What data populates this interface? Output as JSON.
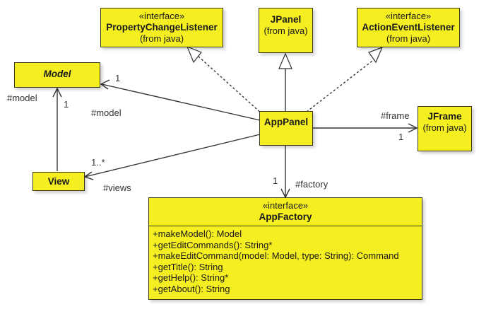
{
  "classes": {
    "property_change_listener": {
      "stereotype": "«interface»",
      "name": "PropertyChangeListener",
      "origin": "(from java)"
    },
    "jpanel": {
      "name": "JPanel",
      "origin": "(from java)"
    },
    "action_event_listener": {
      "stereotype": "«interface»",
      "name": "ActionEventListener",
      "origin": "(from java)"
    },
    "model": {
      "name": "Model"
    },
    "app_panel": {
      "name": "AppPanel"
    },
    "jframe": {
      "name": "JFrame",
      "origin": "(from java)"
    },
    "view": {
      "name": "View"
    },
    "app_factory": {
      "stereotype": "«interface»",
      "name": "AppFactory",
      "operations": [
        "+makeModel(): Model",
        "+getEditCommands(): String*",
        "+makeEditCommand(model: Model, type: String): Command",
        "+getTitle(): String",
        "+getHelp(): String*",
        "+getAbout(): String"
      ]
    }
  },
  "associations": {
    "panel_model": {
      "role": "#model",
      "multiplicity": "1"
    },
    "view_model": {
      "role": "#model",
      "multiplicity": "1"
    },
    "panel_views": {
      "role": "#views",
      "multiplicity": "1..*"
    },
    "panel_frame": {
      "role": "#frame",
      "multiplicity": "1"
    },
    "panel_factory": {
      "role": "#factory",
      "multiplicity": "1"
    }
  },
  "colors": {
    "class_fill": "#f5ef22",
    "border": "#3a3a1a"
  }
}
